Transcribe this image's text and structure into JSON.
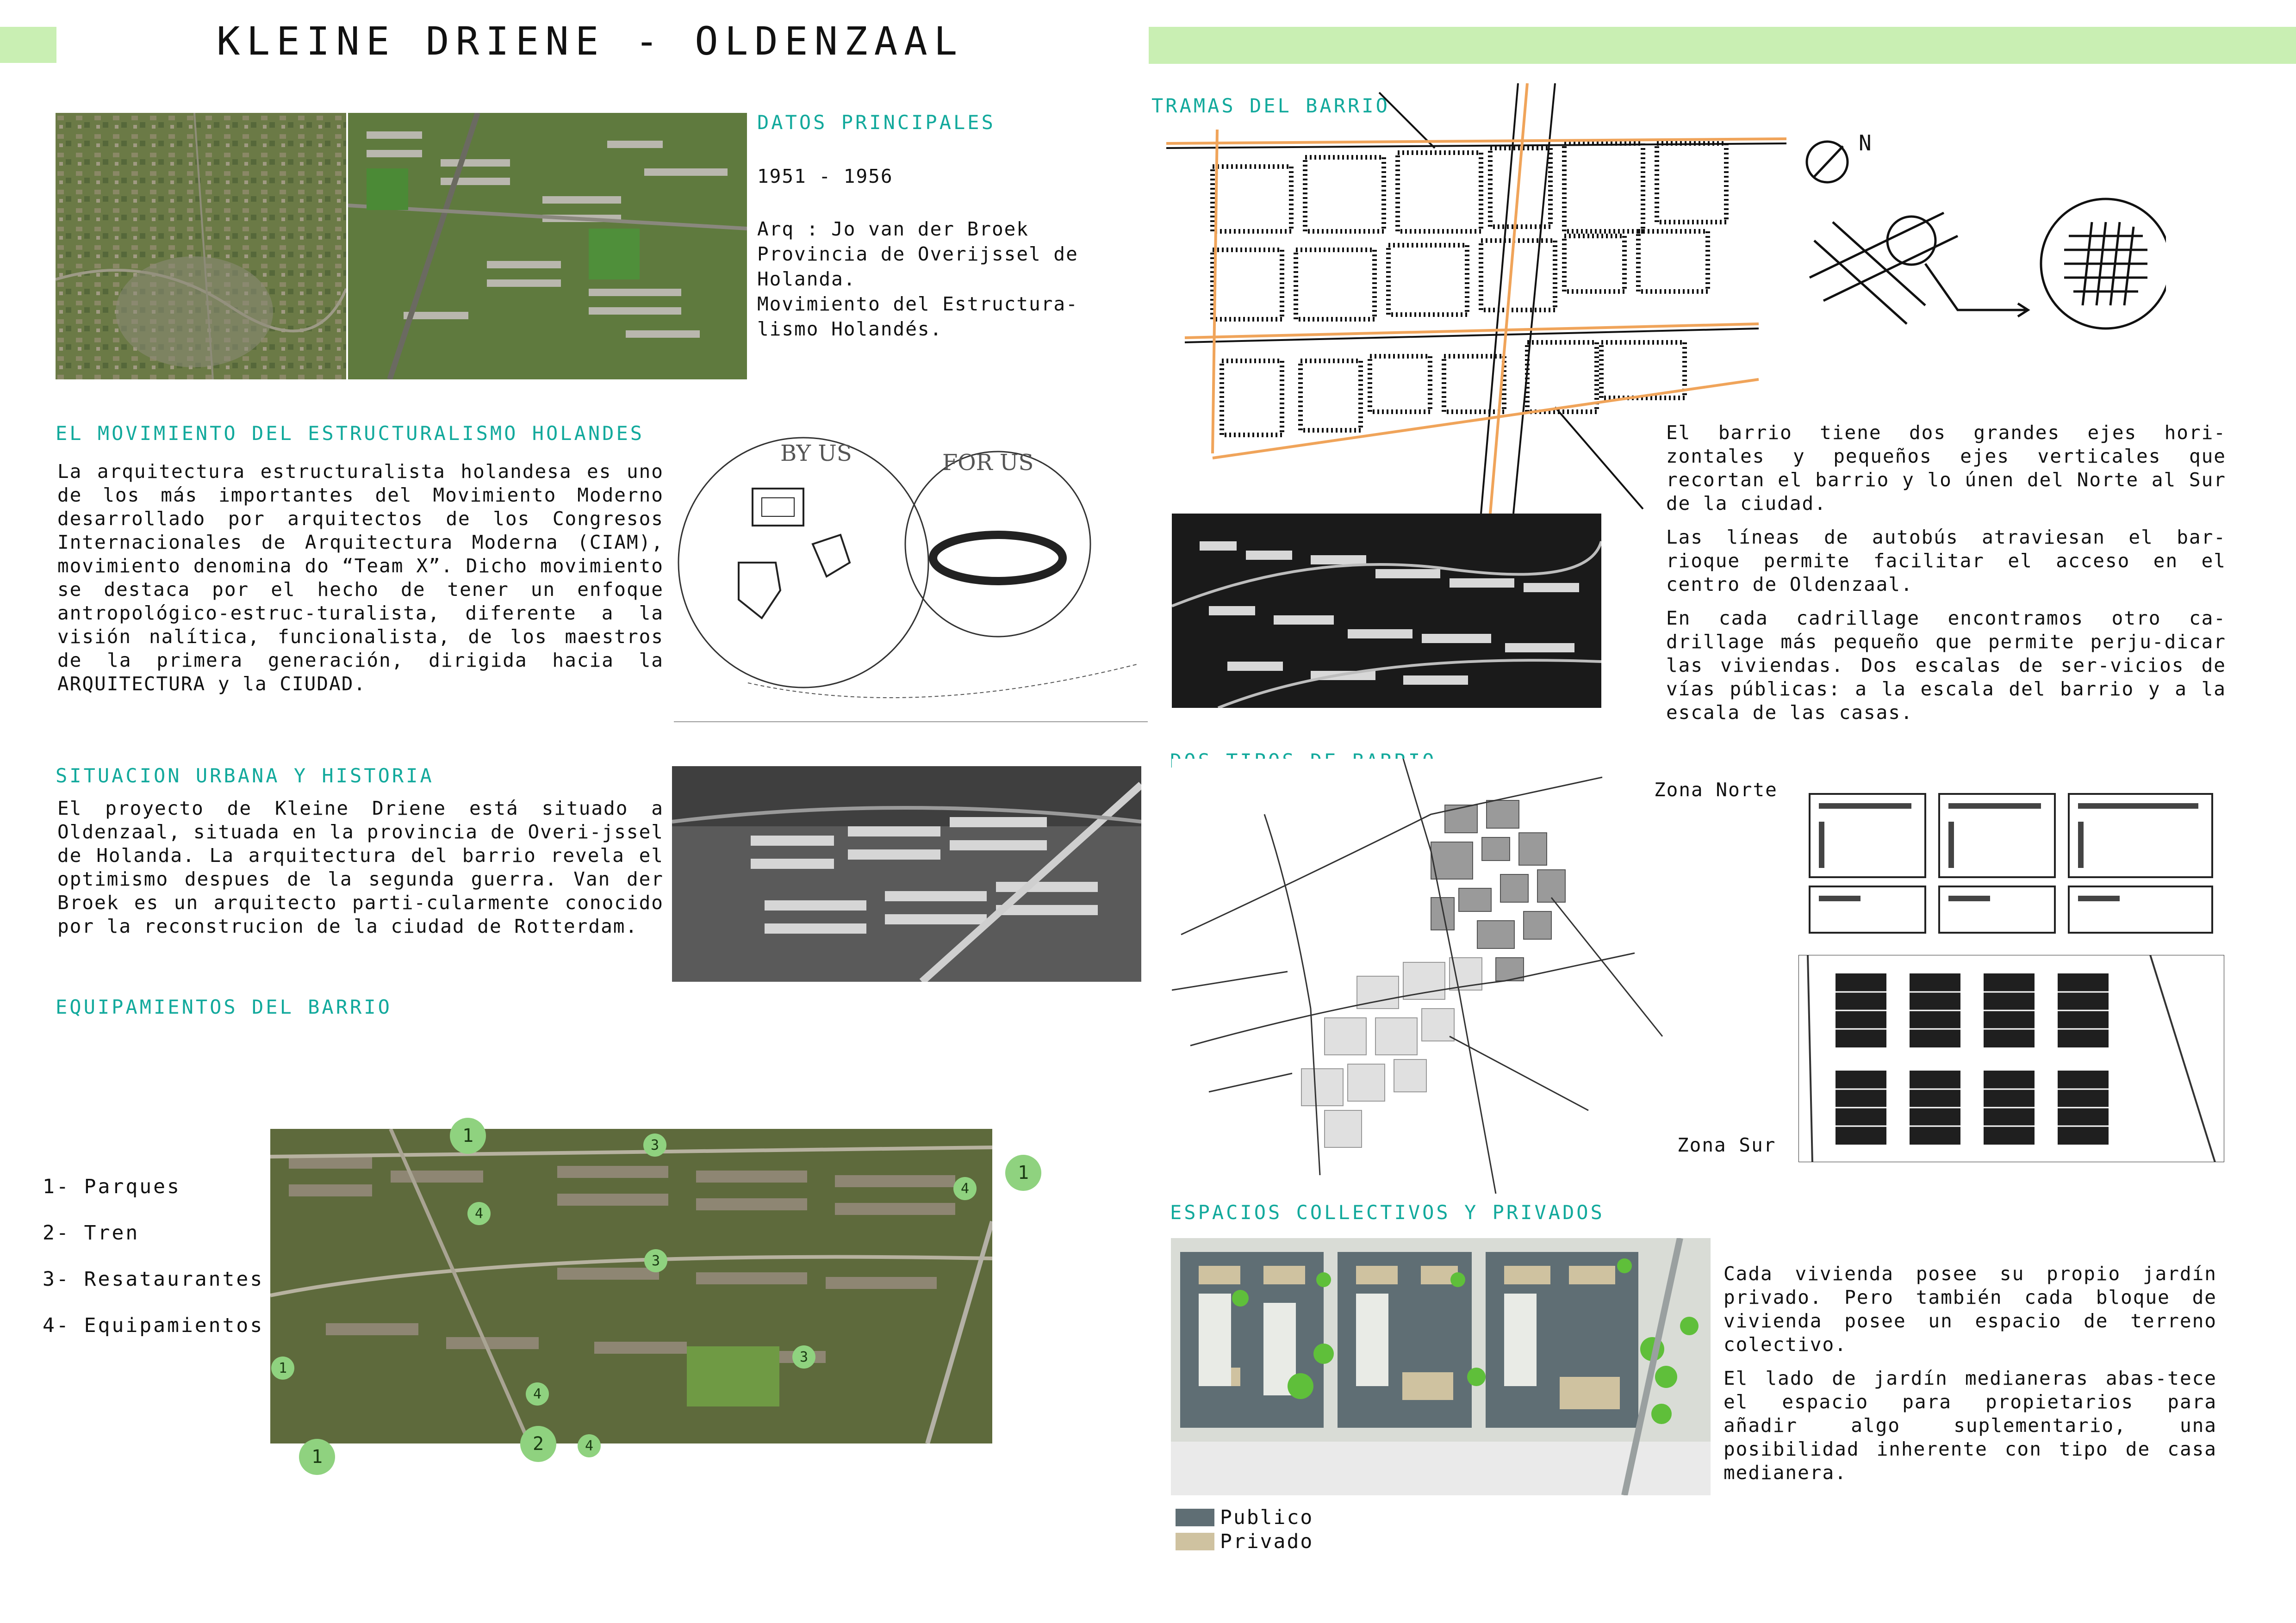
{
  "header": {
    "title": "KLEINE DRIENE - OLDENZAAL",
    "accent_color": "#c9efb3"
  },
  "datos": {
    "heading": "DATOS PRINCIPALES",
    "years": "1951 - 1956",
    "lines": [
      "Arq : Jo van der Broek",
      "Provincia de Overijssel de",
      "Holanda.",
      "Movimiento del Estructura-",
      "lismo Holandés."
    ]
  },
  "estructuralismo": {
    "heading": "EL MOVIMIENTO DEL ESTRUCTURALISMO HOLANDES",
    "text": "La arquitectura estructuralista holandesa es uno de los más importantes del Movimiento Moderno desarrollado por arquitectos de los Congresos Internacionales de Arquitectura Moderna (CIAM), movimiento denomina do “Team X”. Dicho movimiento se destaca por el hecho de tener un enfoque antropológico-estruc-turalista, diferente a la visión nalítica, funcionalista, de los maestros de la primera generación, dirigida hacia la ARQUITECTURA y la CIUDAD.",
    "sketch_labels": [
      "BY US",
      "FOR US"
    ]
  },
  "situacion": {
    "heading": "SITUACION URBANA Y HISTORIA",
    "text": "El proyecto de Kleine Driene está situado a Oldenzaal, situada en la provincia de Overi-jssel de Holanda. La arquitectura del barrio revela el optimismo despues de la segunda guerra. Van der Broek es un arquitecto parti-cularmente conocido por la reconstrucion de la ciudad de Rotterdam."
  },
  "equipamientos": {
    "heading": "EQUIPAMIENTOS DEL BARRIO",
    "legend": [
      "1- Parques",
      "2- Tren",
      "3- Resataurantes",
      "4- Equipamientos"
    ],
    "markers": [
      "1",
      "3",
      "1",
      "4",
      "4",
      "3",
      "1",
      "3",
      "4",
      "3",
      "4",
      "2",
      "4",
      "1"
    ],
    "marker_color": "#8fd27f"
  },
  "tramas": {
    "heading": "TRAMAS DEL BARRIO",
    "north_label": "N",
    "paragraphs": [
      "El barrio tiene dos grandes ejes hori-zontales y pequeños ejes verticales que recortan el barrio y lo únen del Norte al Sur de la ciudad.",
      "Las líneas de autobús atraviesan el bar-rioque permite facilitar el acceso en el centro de Oldenzaal.",
      "En cada cadrillage encontramos otro ca-drillage más pequeño que permite perju-dicar las viviendas. Dos escalas de ser-vicios de vías públicas: a la escala del barrio y a la escala de las casas."
    ],
    "axis_color": "#f0a45a"
  },
  "dos_tipos": {
    "heading": "DOS TIPOS DE BARRIO",
    "zona_norte": "Zona Norte",
    "zona_sur": "Zona Sur"
  },
  "espacios": {
    "heading": "ESPACIOS COLLECTIVOS Y PRIVADOS",
    "paragraphs": [
      "Cada vivienda posee su propio jardín privado. Pero también cada bloque de vivienda posee un espacio de terreno colectivo.",
      "El lado de jardín medianeras abas-tece el espacio para propietarios para añadir algo suplementario, una posibilidad inherente con tipo de casa medianera."
    ],
    "legend": [
      {
        "label": "Publico",
        "color": "#5f6e74"
      },
      {
        "label": "Privado",
        "color": "#cfc2a0"
      }
    ]
  }
}
